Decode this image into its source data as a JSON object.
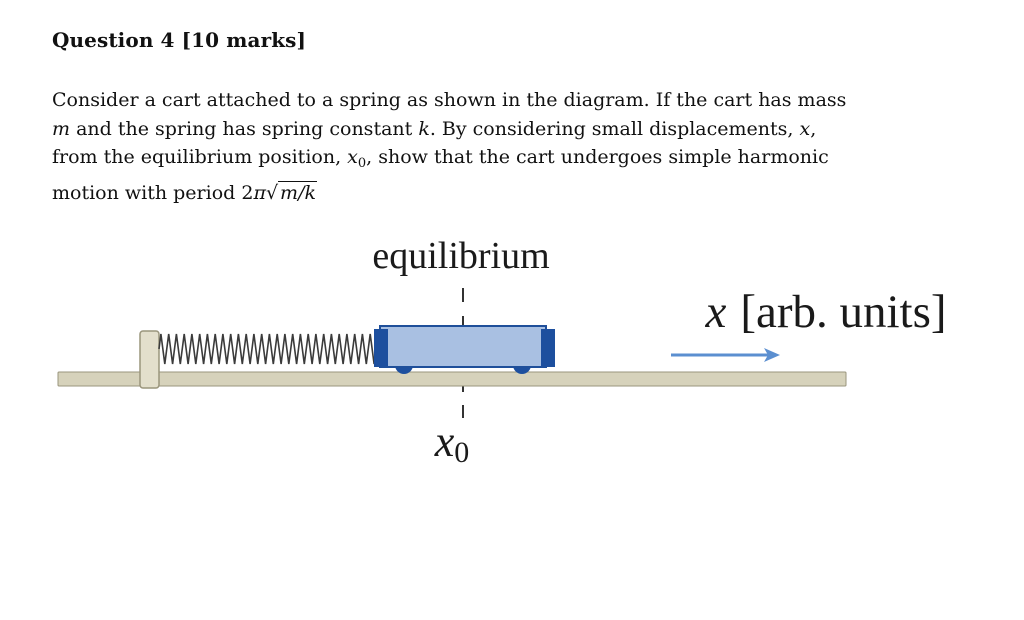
{
  "question": {
    "title": "Question 4 [10 marks]",
    "line1": "Consider a cart attached to a spring as shown in the diagram.  If the cart has mass",
    "line2_m": "m",
    "line2_a": " and the spring has spring constant ",
    "line2_k": "k",
    "line2_b": ".  By considering small displacements, ",
    "line2_x": "x",
    "line2_c": ",",
    "line3_a": "from the equilibrium position, ",
    "line3_x": "x",
    "line3_sub": "0",
    "line3_b": ", show that the cart undergoes simple harmonic",
    "line4_a": "motion with period 2",
    "line4_pi": "π",
    "line4_root": "√",
    "line4_expr": "m/k"
  },
  "diagram": {
    "equilibrium_label": "equilibrium",
    "axis_label_x": "x",
    "axis_label_units": "[arb.  units]",
    "x0_main": "x",
    "x0_sub": "0",
    "colors": {
      "track": "#d6d2bb",
      "track_edge": "#9a957c",
      "wall": "#e3dfcc",
      "spring": "#3b3b3b",
      "cart_body": "#a9c0e2",
      "cart_edge": "#1f4f9a",
      "cart_bumper": "#1d4f9e",
      "wheel": "#1d4f9e",
      "arrow": "#5b8fd0"
    }
  }
}
